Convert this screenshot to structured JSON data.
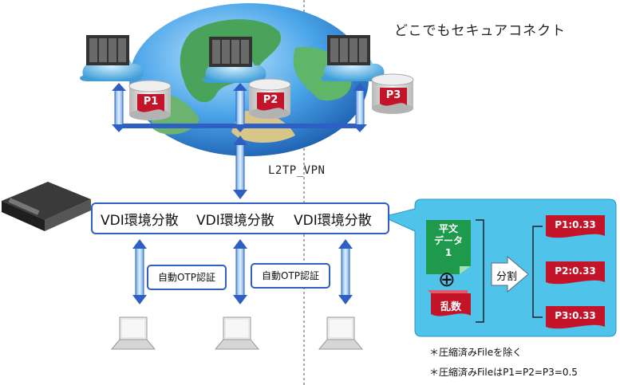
{
  "tagline": "どこでもセキュアコネクト",
  "vpn_label": "L2TP_VPN",
  "vdi_labels": [
    "VDI環境分散",
    "VDI環境分散",
    "VDI環境分散"
  ],
  "otp_labels": [
    "自動OTP認証",
    "自動OTP認証"
  ],
  "storage_labels": [
    "P1",
    "P2",
    "P3"
  ],
  "plain_data": {
    "line1": "平文",
    "line2": "データ",
    "line3": "1"
  },
  "xor_symbol": "⊕",
  "random_label": "乱数",
  "split_label": "分割",
  "ratios": [
    "P1:0.33",
    "P2:0.33",
    "P3:0.33"
  ],
  "notes": [
    "＊圧縮済みFileを除く",
    "＊圧縮済みFileはP1=P2=P3=0.5"
  ],
  "colors": {
    "blue": "#2e5fc4",
    "pipe": "#9ec6ec",
    "red": "#c4142a",
    "green": "#1f9a4c",
    "callout": "#4fc3ea"
  }
}
